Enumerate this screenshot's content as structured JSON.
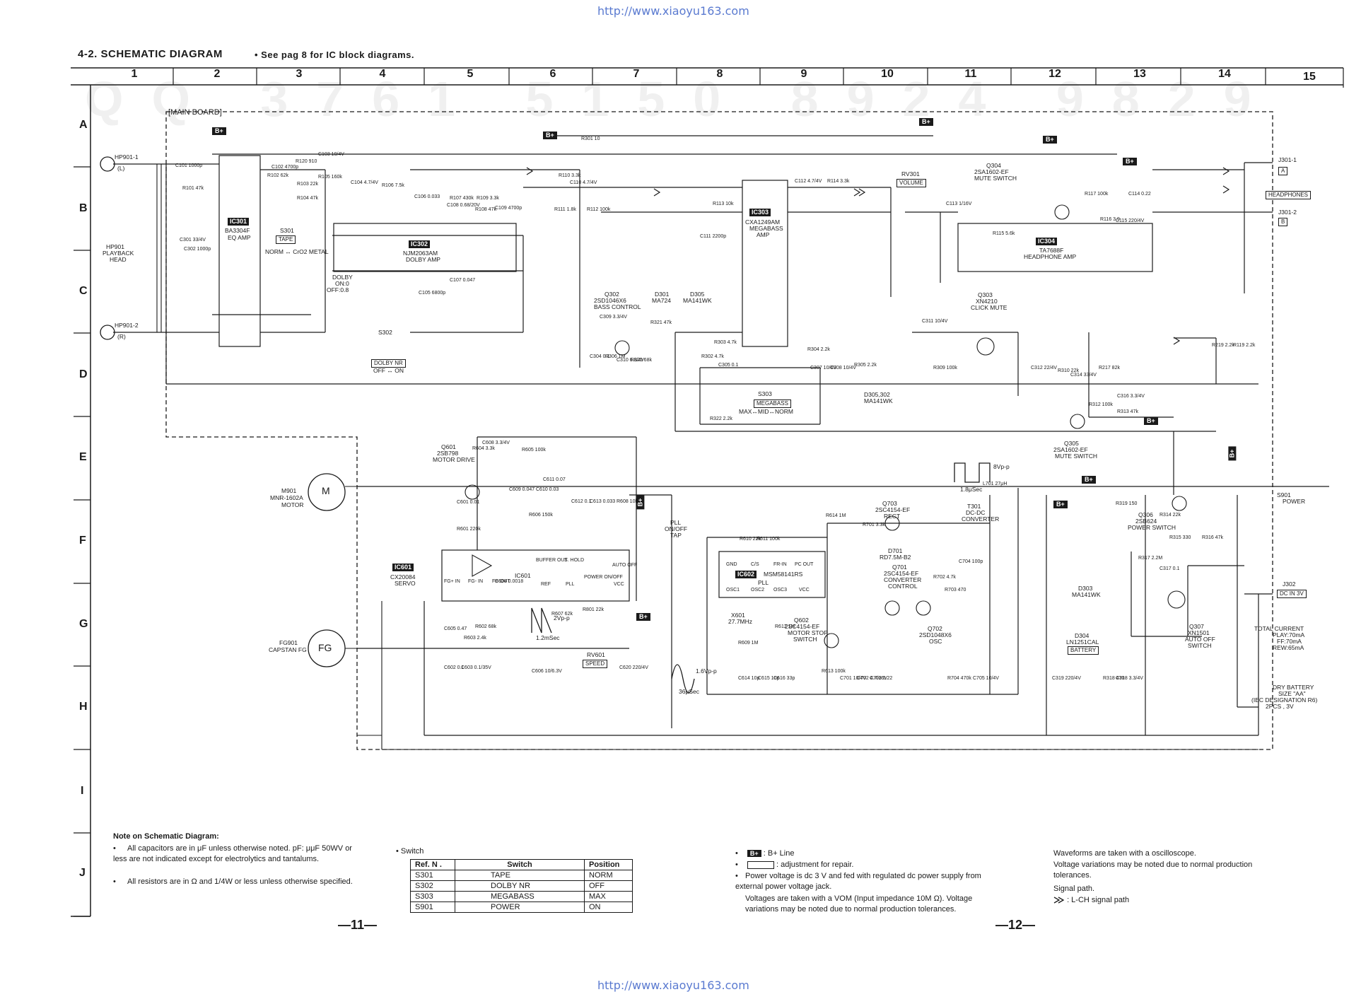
{
  "header": {
    "url_top": "http://www.xiaoyu163.com",
    "url_bottom": "http://www.xiaoyu163.com",
    "title": "4-2. SCHEMATIC DIAGRAM",
    "subtitle": "• See pag  8 for IC block diagrams."
  },
  "grid": {
    "columns": [
      "1",
      "2",
      "3",
      "4",
      "5",
      "6",
      "7",
      "8",
      "9",
      "10",
      "11",
      "12",
      "13",
      "14",
      "15"
    ],
    "rows": [
      "A",
      "B",
      "C",
      "D",
      "E",
      "F",
      "G",
      "H",
      "I",
      "J"
    ]
  },
  "board": {
    "label": "[MAIN BOARD]"
  },
  "ics": {
    "ic301": "IC301",
    "ic301_part": "BA3304F",
    "ic301_desc": "EQ AMP",
    "ic302": "IC302",
    "ic302_part": "NJM2063AM",
    "ic302_desc": "DOLBY AMP",
    "ic303": "IC303",
    "ic303_part": "CXA1249AM",
    "ic303_desc": "MEGABASS",
    "ic303_desc2": "AMP",
    "ic304": "IC304",
    "ic304_part": "TA7688F",
    "ic304_desc": "HEADPHONE AMP",
    "ic601": "IC601",
    "ic601_part": "CX20084",
    "ic601_desc": "SERVO",
    "ic602": "IC602",
    "ic602_part": "MSM58141RS",
    "ic602_desc": "PLL"
  },
  "left_components": {
    "hp901_1": "HP901-1",
    "hp901_1_ch": "(L)",
    "hp901": "HP901",
    "hp901_desc1": "PLAYBACK",
    "hp901_desc2": "HEAD",
    "hp901_2": "HP901-2",
    "hp901_2_ch": "(R)",
    "m901": "M901",
    "m901_part": "MNR-1602A",
    "m901_desc": "MOTOR",
    "m901_symbol": "M",
    "fg901": "FG901",
    "fg901_desc": "CAPSTAN FG",
    "fg901_symbol": "FG"
  },
  "switches": {
    "s301": "S301",
    "s301_box": "TAPE",
    "s301_pos": "NORM ↔ CrO2 METAL",
    "s302": "S302",
    "s302_box": "DOLBY NR",
    "s302_pos": "OFF ↔ ON",
    "s303": "S303",
    "s303_box": "MEGABASS",
    "s303_pos": "MAX↔MID↔NORM",
    "s901": "S901",
    "s901_desc": "POWER",
    "rv301": "RV301",
    "rv301_box": "VOLUME",
    "rv601": "RV601",
    "rv601_box": "SPEED"
  },
  "transistors": {
    "q302": "Q302",
    "q302_part": "2SD1046X6",
    "q302_desc": "BASS CONTROL",
    "d301": "D301",
    "d301_part": "MA724",
    "d305": "D305",
    "d305_part": "MA141WK",
    "q303": "Q303",
    "q303_part": "XN4210",
    "q303_desc": "CLICK MUTE",
    "q304": "Q304",
    "q304_part": "2SA1602-EF",
    "q304_desc": "MUTE SWITCH",
    "q305": "Q305",
    "q305_part": "2SA1602-EF",
    "q305_desc": "MUTE SWITCH",
    "q306": "Q306",
    "q306_part": "2SB624",
    "q306_desc": "POWER SWITCH",
    "q307": "Q307",
    "q307_part": "XN1501",
    "q307_desc1": "XN1501",
    "q307_desc2": "AUTO OFF",
    "q307_desc3": "SWITCH",
    "q601": "Q601",
    "q601_part": "2SB798",
    "q601_desc": "MOTOR DRIVE",
    "q602": "Q602",
    "q602_part": "2SC4154-EF",
    "q602_desc1": "MOTOR STOP",
    "q602_desc2": "SWITCH",
    "q701": "Q701",
    "q701_part": "2SC4154-EF",
    "q701_desc1": "CONVERTER",
    "q701_desc2": "CONTROL",
    "q702": "Q702",
    "q702_part": "2SD1048X6",
    "q702_desc": "OSC",
    "q703": "Q703",
    "q703_part": "2SC4154-EF",
    "q703_desc": "RECT",
    "d701": "D701",
    "d701_part": "RD7.5M-B2",
    "t301": "T301",
    "t301_desc1": "DC-DC",
    "t301_desc2": "CONVERTER",
    "d303": "D303",
    "d303_part": "MA141WK",
    "d304": "D304",
    "d304_part": "LN1251CAL",
    "d304_box": "BATTERY",
    "d305_302": "D305,302",
    "d305_302_part": "MA141WK"
  },
  "right_side": {
    "j301_1": "J301-1",
    "j301_2": "J301-2",
    "j301_box": "HEADPHONES",
    "j301_a": "A",
    "j301_b": "B",
    "j302": "J302",
    "j302_box": "DC IN 3V",
    "total_current": "TOTAL CURRENT",
    "play": "PLAY:70mA",
    "ff": "FF:70mA",
    "rew": "REW:65mA",
    "battery1": "DRY BATTERY",
    "battery2": "SIZE \"AA\"",
    "battery3": "(IEC DESIGNATION R6)",
    "battery4": "2PCS , 3V"
  },
  "bplus_label": "B+",
  "pll": {
    "line1": "PLL",
    "line2": "ON/OFF",
    "line3": "TAP"
  },
  "waveforms": {
    "w1_vpp": "8Vp-p",
    "w1_time": "1.8μSec",
    "w2_vpp": "2Vp-p",
    "w2_time": "1.2mSec",
    "w3_vpp": "1.6Vp-p",
    "w3_time": "36μSec"
  },
  "pins_ic601": {
    "p1": "FG+ IN",
    "p2": "FG- IN",
    "p3": "FB OUT",
    "p4": "BUFFER OUT",
    "p5": "S. HOLD",
    "p6": "REF",
    "p7": "PLL",
    "p8": "POWER ON/OFF",
    "p9": "AUTO OFF",
    "p10": "VCC"
  },
  "pins_ic602": {
    "gnd": "GND",
    "cs": "C/S",
    "frin": "FR-IN",
    "pcout": "PC OUT",
    "osc1": "OSC1",
    "osc2": "OSC2",
    "osc3": "OSC3",
    "vcc": "VCC"
  },
  "x601": {
    "name": "X601",
    "freq": "27.7MHz"
  },
  "dolby_on": {
    "l1": "DOLBY",
    "l2": "ON:0",
    "l3": "OFF:0.8"
  },
  "components": [
    {
      "t": "C101 1000p"
    },
    {
      "t": "R101 47k"
    },
    {
      "t": "C301 33/4V"
    },
    {
      "t": "C302 1000p"
    },
    {
      "t": "R102 62k"
    },
    {
      "t": "C102 4700p"
    },
    {
      "t": "R120 910"
    },
    {
      "t": "R103 22k"
    },
    {
      "t": "C103 10/4V"
    },
    {
      "t": "R104 47k"
    },
    {
      "t": "R105 160k"
    },
    {
      "t": "C104 4.7/4V"
    },
    {
      "t": "R106 7.5k"
    },
    {
      "t": "C106 0.033"
    },
    {
      "t": "R107 430k"
    },
    {
      "t": "C108 0.68/20V"
    },
    {
      "t": "R109 3.3k"
    },
    {
      "t": "R108 47k"
    },
    {
      "t": "C109 4700p"
    },
    {
      "t": "C105 6800p"
    },
    {
      "t": "C107 0.047"
    },
    {
      "t": "R110 3.3k"
    },
    {
      "t": "C110 4.7/4V"
    },
    {
      "t": "R111 1.8k"
    },
    {
      "t": "R112 100k"
    },
    {
      "t": "R301 10"
    },
    {
      "t": "C111 2200p"
    },
    {
      "t": "R113 10k"
    },
    {
      "t": "C112 4.7/4V"
    },
    {
      "t": "R114 3.3k"
    },
    {
      "t": "C113 1/16V"
    },
    {
      "t": "R115 5.6k"
    },
    {
      "t": "C114 0.22"
    },
    {
      "t": "R116 3.9"
    },
    {
      "t": "R117 100k"
    },
    {
      "t": "C115 220/4V"
    },
    {
      "t": "C304 0.1"
    },
    {
      "t": "R306 1M"
    },
    {
      "t": "C310 6.8/4V"
    },
    {
      "t": "R320 68k"
    },
    {
      "t": "R321 47k"
    },
    {
      "t": "R302 4.7k"
    },
    {
      "t": "R303 4.7k"
    },
    {
      "t": "C305 0.1"
    },
    {
      "t": "R322 2.2k"
    },
    {
      "t": "R304 2.2k"
    },
    {
      "t": "C307 10/4V"
    },
    {
      "t": "C308 10/4V"
    },
    {
      "t": "R305 2.2k"
    },
    {
      "t": "C311 10/4V"
    },
    {
      "t": "R309 100k"
    },
    {
      "t": "C312 22/4V"
    },
    {
      "t": "R310 22k"
    },
    {
      "t": "C314 33/4V"
    },
    {
      "t": "R217 82k"
    },
    {
      "t": "C316 3.3/4V"
    },
    {
      "t": "R312 100k"
    },
    {
      "t": "R313 47k"
    },
    {
      "t": "R219 2.2k"
    },
    {
      "t": "R119 2.2k"
    },
    {
      "t": "C309 3.3/4V"
    },
    {
      "t": "C601 0.01"
    },
    {
      "t": "R601 220k"
    },
    {
      "t": "R604 3.3k"
    },
    {
      "t": "C608 3.3/4V"
    },
    {
      "t": "R605 100k"
    },
    {
      "t": "C609 0.047"
    },
    {
      "t": "C610 0.03"
    },
    {
      "t": "R606 150k"
    },
    {
      "t": "C611 0.07"
    },
    {
      "t": "C612 0.1"
    },
    {
      "t": "C613 0.033"
    },
    {
      "t": "R608 10k"
    },
    {
      "t": "C604 0.0018"
    },
    {
      "t": "R602 68k"
    },
    {
      "t": "R603 2.4k"
    },
    {
      "t": "R607 62k"
    },
    {
      "t": "R801 22k"
    },
    {
      "t": "C605 0.47"
    },
    {
      "t": "C602 0.1"
    },
    {
      "t": "C603 0.1/35V"
    },
    {
      "t": "C606 10/6.3V"
    },
    {
      "t": "C620 220/4V"
    },
    {
      "t": "R610 22k"
    },
    {
      "t": "R611 100k"
    },
    {
      "t": "R612 1M"
    },
    {
      "t": "R609 1M"
    },
    {
      "t": "C614 10p"
    },
    {
      "t": "C615 10p"
    },
    {
      "t": "C616 33p"
    },
    {
      "t": "R613 100k"
    },
    {
      "t": "C701 10/4V"
    },
    {
      "t": "C702 4.7/16V"
    },
    {
      "t": "C703 0.22"
    },
    {
      "t": "R701 3.3k"
    },
    {
      "t": "L701 27μH"
    },
    {
      "t": "C704 100p"
    },
    {
      "t": "R702 4.7k"
    },
    {
      "t": "R703 470"
    },
    {
      "t": "R704 470k"
    },
    {
      "t": "C705 10/4V"
    },
    {
      "t": "R318 470"
    },
    {
      "t": "C318 3.3/4V"
    },
    {
      "t": "C319 220/4V"
    },
    {
      "t": "R317 2.2M"
    },
    {
      "t": "C317 0.1"
    },
    {
      "t": "R314 22k"
    },
    {
      "t": "R315 330"
    },
    {
      "t": "R316 47k"
    },
    {
      "t": "R319 150"
    },
    {
      "t": "R614 1M"
    }
  ],
  "notes": {
    "heading": "Note on Schematic Diagram:",
    "n1": "All capacitors are in μF unless otherwise noted. pF: μμF 50WV or less are not indicated except for electrolytics and tantalums.",
    "n2": "All resistors are in Ω and 1/4W or less unless otherwise specified.",
    "switch_heading": "• Switch",
    "table_headers": [
      "Ref. N .",
      "Switch",
      "Position"
    ],
    "table_rows": [
      [
        "S301",
        "TAPE",
        "NORM"
      ],
      [
        "S302",
        "DOLBY NR",
        "OFF"
      ],
      [
        "S303",
        "MEGABASS",
        "MAX"
      ],
      [
        "S901",
        "POWER",
        "ON"
      ]
    ],
    "b_line": ": B+ Line",
    "adjust": ": adjustment for repair.",
    "power": "Power voltage is dc 3 V and fed with regulated dc power supply from external power voltage jack.",
    "voltages": "Voltages are taken with a VOM (Input impedance 10M Ω). Voltage variations may be noted due to normal production tolerances.",
    "waveforms": "Waveforms are taken with a oscilloscope.",
    "volt_var": "Voltage variations may be noted due to normal production tolerances.",
    "signal": "Signal path.",
    "lch": ": L-CH signal path",
    "page_left": "—11—",
    "page_right": "—12—"
  }
}
